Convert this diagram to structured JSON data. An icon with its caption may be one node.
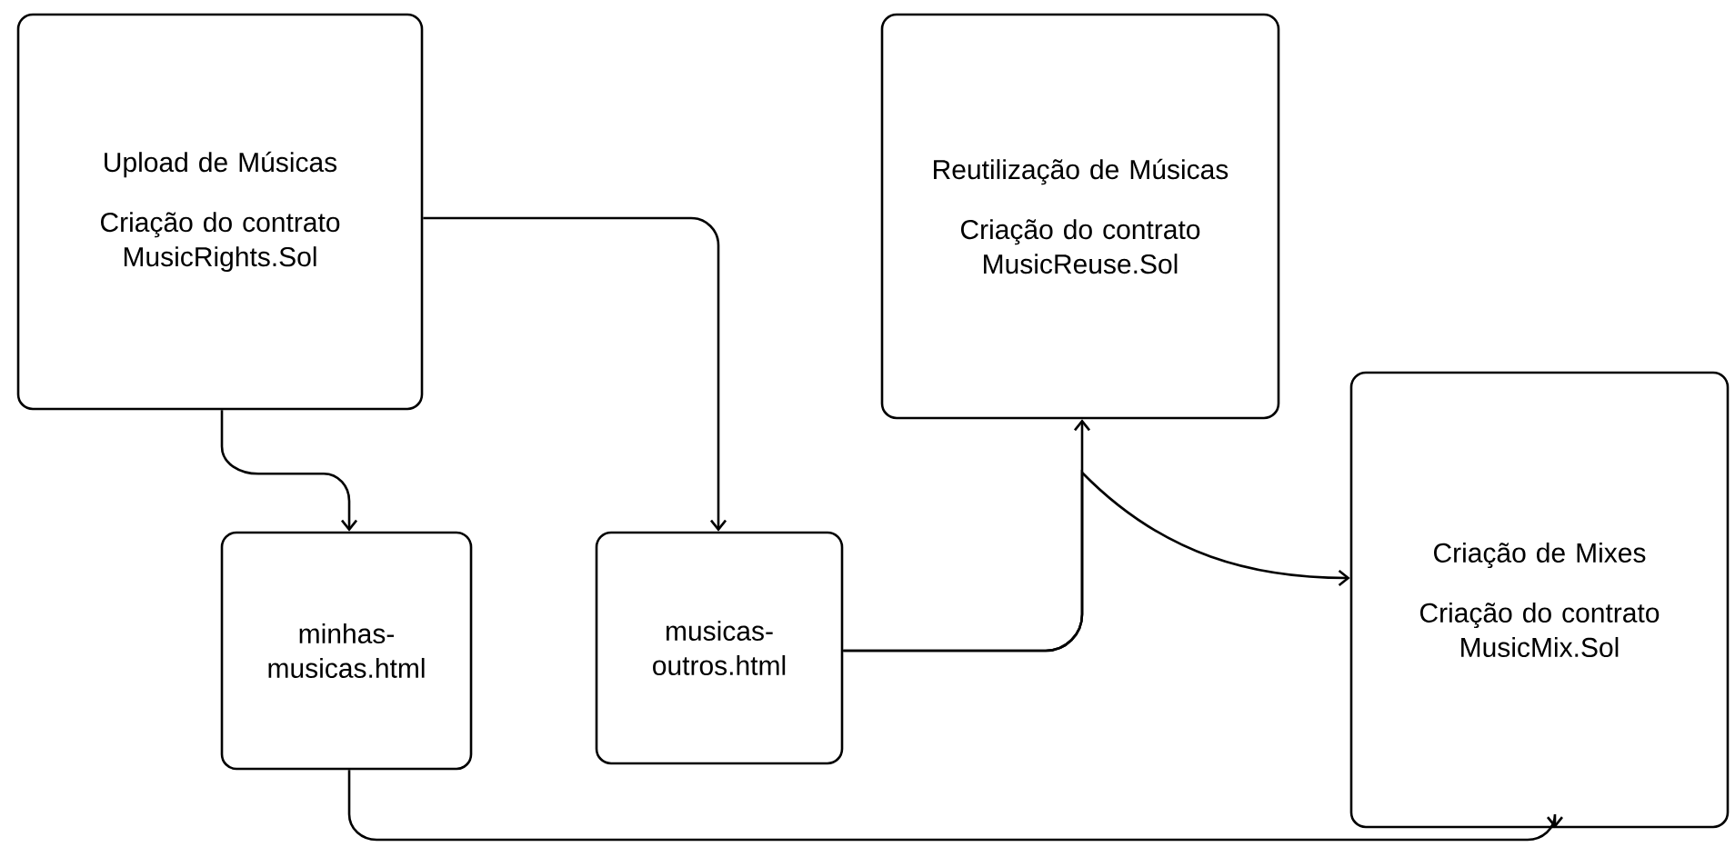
{
  "diagram": {
    "nodes": [
      {
        "text": [
          "Upload de Músicas",
          "Criação do contrato MusicRights.Sol"
        ]
      },
      {
        "text": [
          "Reutilização de Músicas",
          "Criação do contrato MusicReuse.Sol"
        ]
      },
      {
        "text": [
          "minhas-musicas.html"
        ]
      },
      {
        "text": [
          "musicas-outros.html"
        ]
      },
      {
        "text": [
          "Criação de Mixes",
          "Criação do contrato MusicMix.Sol"
        ]
      }
    ],
    "edges": [
      {
        "from": 0,
        "to": 2,
        "arrow": "to"
      },
      {
        "from": 0,
        "to": 3,
        "arrow": "to"
      },
      {
        "from": 3,
        "to": 1,
        "arrow": "to"
      },
      {
        "from": 3,
        "to": 4,
        "arrow": "to"
      },
      {
        "from": 2,
        "to": 4,
        "arrow": "to"
      }
    ]
  }
}
